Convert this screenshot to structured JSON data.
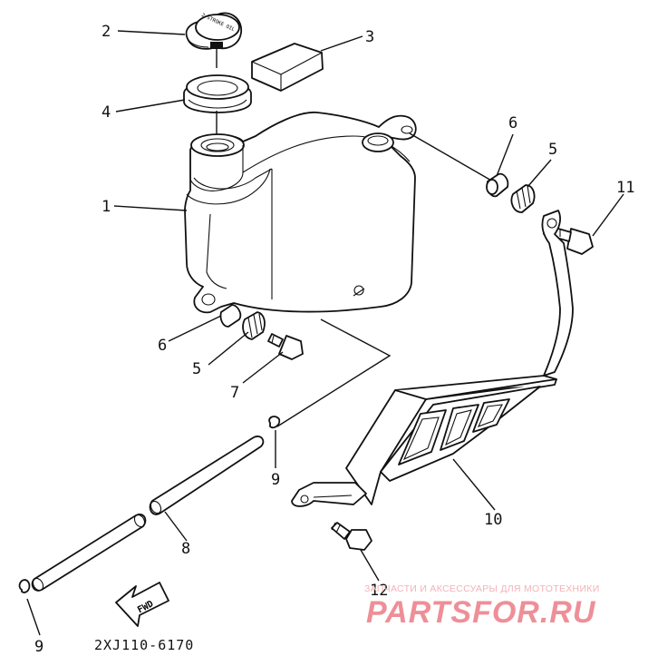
{
  "callouts": [
    {
      "id": "c2",
      "text": "2"
    },
    {
      "id": "c3",
      "text": "3"
    },
    {
      "id": "c4",
      "text": "4"
    },
    {
      "id": "c1",
      "text": "1"
    },
    {
      "id": "c6a",
      "text": "6"
    },
    {
      "id": "c5a",
      "text": "5"
    },
    {
      "id": "c11",
      "text": "11"
    },
    {
      "id": "c6b",
      "text": "6"
    },
    {
      "id": "c5b",
      "text": "5"
    },
    {
      "id": "c7",
      "text": "7"
    },
    {
      "id": "c9a",
      "text": "9"
    },
    {
      "id": "c10",
      "text": "10"
    },
    {
      "id": "c8",
      "text": "8"
    },
    {
      "id": "c12",
      "text": "12"
    },
    {
      "id": "c9b",
      "text": "9"
    }
  ],
  "cap_text": "2-STROKE OIL",
  "fwd_label": "FWD",
  "diagram_code": "2XJ110-6170",
  "watermark": {
    "tagline": "ЗАПЧАСТИ И АКСЕССУАРЫ ДЛЯ МОТОТЕХНИКИ",
    "brand": "PARTSFOR.RU"
  }
}
